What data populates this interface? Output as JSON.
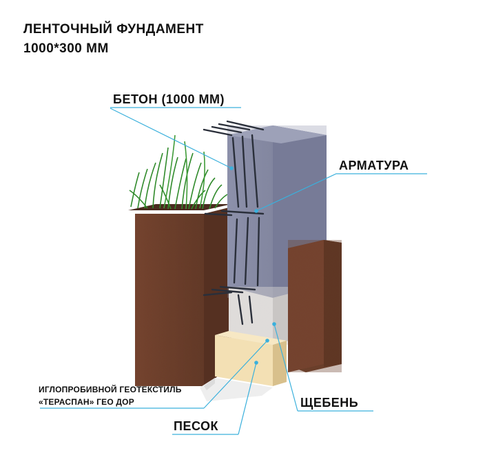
{
  "title": {
    "line1": "ЛЕНТОЧНЫЙ ФУНДАМЕНТ",
    "line2": "1000*300 ММ"
  },
  "labels": {
    "concrete": "БЕТОН (1000 ММ)",
    "rebar": "АРМАТУРА",
    "geotextile_line1": "ИГЛОПРОБИВНОЙ ГЕОТЕКСТИЛЬ",
    "geotextile_line2": "«ТЕРАСПАН» ГЕО ДОР",
    "gravel": "ЩЕБЕНЬ",
    "sand": "ПЕСОК"
  },
  "colors": {
    "leader_line": "#3ab0dc",
    "soil": "#6b3f2c",
    "concrete": "#8b8fa8",
    "gravel": "#d9d6d4",
    "sand": "#f0ddb0",
    "grass": "#2f8a2a",
    "rebar": "#2a2f3a"
  }
}
